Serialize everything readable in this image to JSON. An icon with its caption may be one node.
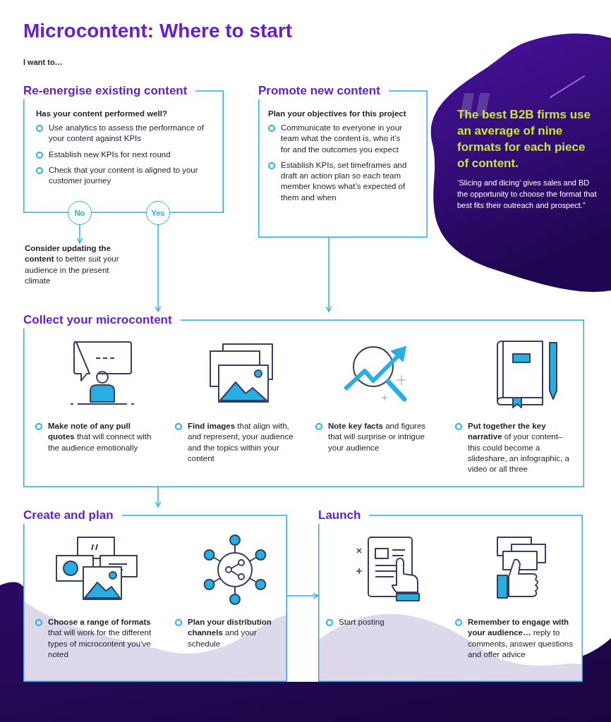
{
  "diagram": {
    "title": "Microcontent: Where to start",
    "nodes": [
      {
        "text": [
          "Re-energise existing content",
          "Has your content performed well?",
          "Use analytics to assess the performance of your content against KPIs",
          "Establish new KPIs for next round",
          "Check that your content is aligned to your customer journey"
        ]
      },
      {
        "text": [
          "No"
        ]
      },
      {
        "text": [
          "Yes"
        ]
      },
      {
        "text": [
          "**Consider updating the content** to better suit your audience in the present climate"
        ]
      },
      {
        "text": [
          "Promote new content",
          "Plan your objectives for this project",
          "Communicate to everyone in your team what the content is, who it’s for and the outcomes you expect",
          "Establish KPIs, set timeframes and draft an action plan so each team member knows what’s expected of them and when"
        ]
      },
      {
        "text": [
          "The best B2B firms use an average of nine formats for each piece of content.",
          "‘Slicing and dicing’ gives sales and BD the opportunity to choose the format that best fits their outreach and prospect.”"
        ]
      },
      {
        "text": [
          "Collect your microcontent"
        ]
      },
      {
        "text": [
          "**Make note of any pull quotes** that will connect with the audience emotionally"
        ],
        "in": 6
      },
      {
        "text": [
          "**Find images** that align with, and represent, your audience and the topics within your content"
        ],
        "in": 6
      },
      {
        "text": [
          "**Note key facts** and figures that will surprise or intrigue your audience"
        ],
        "in": 6
      },
      {
        "text": [
          "**Put together the key narrative** of your content–this could become a slideshare, an infographic, a video or all three"
        ],
        "in": 6
      },
      {
        "text": [
          "Create and plan"
        ]
      },
      {
        "text": [
          "**Choose a range of formats** that will work for the different types of microcontent you’ve noted"
        ],
        "in": 11
      },
      {
        "text": [
          "**Plan your distribution channels** and your schedule"
        ],
        "in": 11
      },
      {
        "text": [
          "Launch"
        ]
      },
      {
        "text": [
          "Start posting"
        ],
        "in": 14
      },
      {
        "text": [
          "**Remember to engage with your audience…** reply to comments, answer questions and offer advice"
        ],
        "in": 14
      }
    ],
    "edges": [
      {
        "from": 1,
        "to": 3,
        "arrow": "to"
      },
      {
        "from": 2,
        "to": 6,
        "arrow": "to"
      },
      {
        "from": 4,
        "to": 6,
        "arrow": "to"
      },
      {
        "from": 6,
        "to": 11,
        "arrow": "to"
      },
      {
        "from": 11,
        "to": 14,
        "arrow": "to"
      }
    ],
    "labels": [
      "I want to…"
    ]
  }
}
